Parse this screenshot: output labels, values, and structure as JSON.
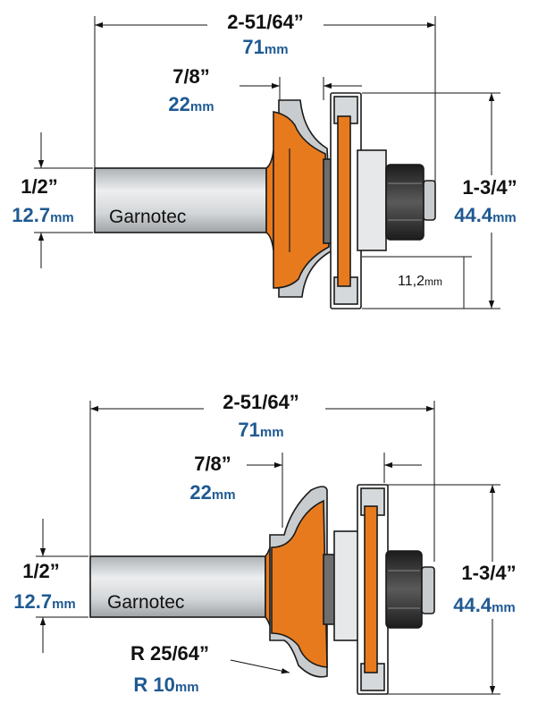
{
  "colors": {
    "carbide": "#e87a1e",
    "steel": "#bfc3c6",
    "steel_light": "#e6e8ea",
    "nut": "#2a2a2a",
    "outline": "#1a1a1a",
    "imperial_text": "#111111",
    "metric_text": "#1f5a93"
  },
  "top_bit": {
    "brand": "Garnotec",
    "overall_length": {
      "imperial": "2-51/64”",
      "metric_value": "71",
      "metric_unit": "mm"
    },
    "cutting_width": {
      "imperial": "7/8”",
      "metric_value": "22",
      "metric_unit": "mm"
    },
    "shank_diameter": {
      "imperial": "1/2”",
      "metric_value": "12.7",
      "metric_unit": "mm"
    },
    "cutting_height": {
      "imperial": "1-3/4”",
      "metric_value": "44.4",
      "metric_unit": "mm"
    },
    "slot_depth": {
      "value": "11,2",
      "unit": "mm"
    }
  },
  "bottom_bit": {
    "brand": "Garnotec",
    "overall_length": {
      "imperial": "2-51/64”",
      "metric_value": "71",
      "metric_unit": "mm"
    },
    "cutting_width": {
      "imperial": "7/8”",
      "metric_value": "22",
      "metric_unit": "mm"
    },
    "shank_diameter": {
      "imperial": "1/2”",
      "metric_value": "12.7",
      "metric_unit": "mm"
    },
    "cutting_height": {
      "imperial": "1-3/4”",
      "metric_value": "44.4",
      "metric_unit": "mm"
    },
    "radius": {
      "imperial": "R 25/64”",
      "metric_value": "R 10",
      "metric_unit": "mm"
    }
  }
}
